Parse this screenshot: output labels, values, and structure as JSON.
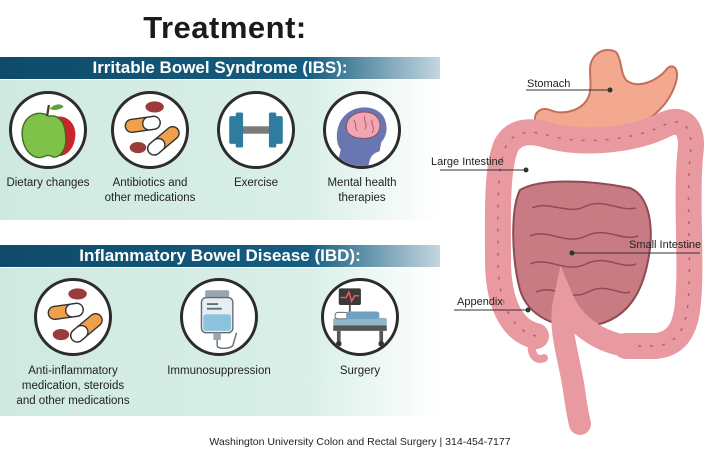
{
  "title": "Treatment:",
  "ibs": {
    "heading": "Irritable Bowel Syndrome (IBS):",
    "items": [
      {
        "label_1": "Dietary changes",
        "label_2": "",
        "icon": "apple-icon"
      },
      {
        "label_1": "Antibiotics and",
        "label_2": "other medications",
        "icon": "pills-icon"
      },
      {
        "label_1": "Exercise",
        "label_2": "",
        "icon": "dumbbell-icon"
      },
      {
        "label_1": "Mental health",
        "label_2": "therapies",
        "icon": "brain-icon"
      }
    ]
  },
  "ibd": {
    "heading": "Inflammatory Bowel Disease (IBD):",
    "items": [
      {
        "label_1": "Anti-inflammatory",
        "label_2": "medication, steroids",
        "label_3": "and other medications",
        "icon": "pills-icon"
      },
      {
        "label_1": "Immunosuppression",
        "label_2": "",
        "label_3": "",
        "icon": "iv-bag-icon"
      },
      {
        "label_1": "Surgery",
        "label_2": "",
        "label_3": "",
        "icon": "hospital-bed-icon"
      }
    ]
  },
  "anatomy": {
    "stomach": "Stomach",
    "large_intestine": "Large Intestine",
    "small_intestine": "Small Intestine",
    "appendix": "Appendix"
  },
  "footer": "Washington University Colon and Rectal Surgery  |  314-454-7177",
  "colors": {
    "band": "#155d80",
    "panel": "#d3ebe3",
    "intestine": "#e89aa0",
    "stomach": "#f2a98f",
    "pill_red": "#9a3b3e",
    "pill_orange": "#f0a04b"
  }
}
